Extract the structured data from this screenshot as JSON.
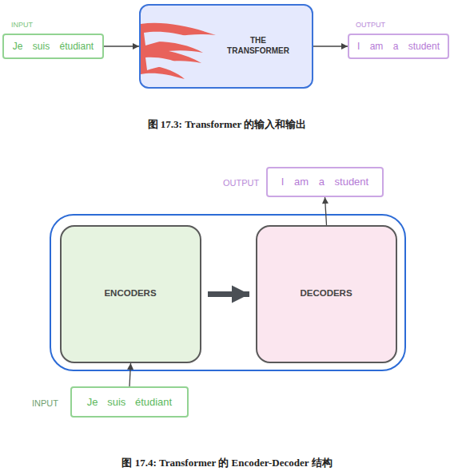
{
  "diagram": {
    "caption": "图 17.4: Transformer 的 Encoder-Decoder 结构",
    "nodes": [
      {
        "text": [
          "INPUT",
          "Je suis étudiant"
        ]
      },
      {
        "text": [
          "THE TRANSFORMER"
        ]
      },
      {
        "text": [
          "OUTPUT",
          "I am a student"
        ]
      },
      {
        "text": [
          "OUTPUT",
          "I am a student"
        ]
      },
      {
        "text": []
      },
      {
        "text": [
          "ENCODERS"
        ],
        "in": 4
      },
      {
        "text": [
          "DECODERS"
        ],
        "in": 4
      },
      {
        "text": [
          "INPUT",
          "Je suis étudiant"
        ]
      }
    ],
    "edges": [
      {
        "from": 0,
        "to": 1,
        "arrow": "to"
      },
      {
        "from": 1,
        "to": 2,
        "arrow": "to"
      },
      {
        "from": 7,
        "to": 5,
        "arrow": "to"
      },
      {
        "from": 5,
        "to": 6,
        "arrow": "to"
      },
      {
        "from": 6,
        "to": 3,
        "arrow": "to"
      }
    ],
    "labels": [
      "图 17.3: Transformer 的输入和输出"
    ]
  }
}
